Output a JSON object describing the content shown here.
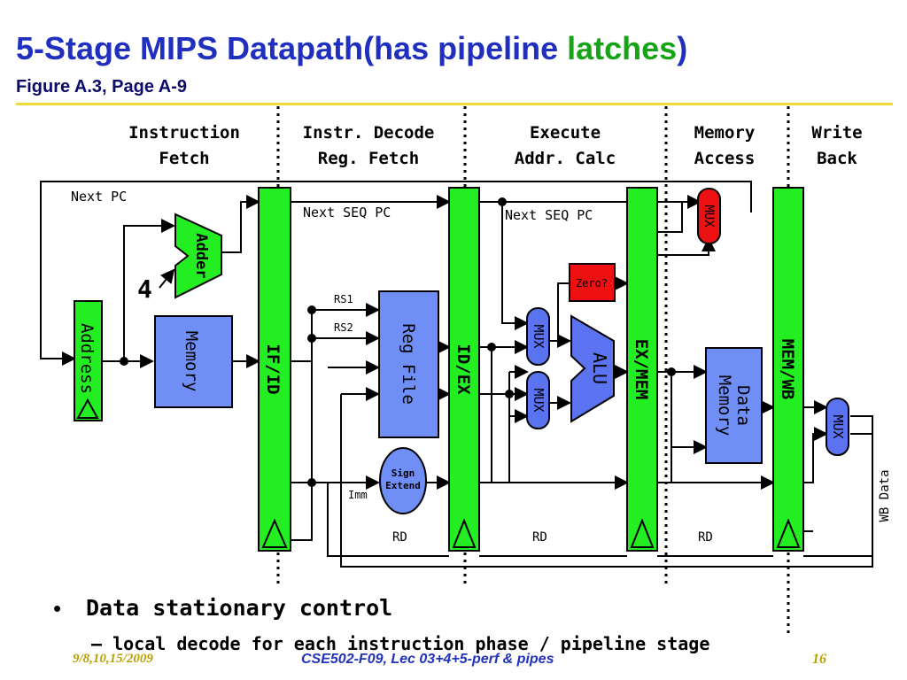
{
  "title": {
    "main": "5-Stage MIPS Datapath(has pipeline ",
    "accent": "latches",
    "close": ")"
  },
  "subtitle": "Figure A.3, Page A-9",
  "stages": {
    "fetch": [
      "Instruction",
      "Fetch"
    ],
    "decode": [
      "Instr. Decode",
      "Reg. Fetch"
    ],
    "execute": [
      "Execute",
      "Addr. Calc"
    ],
    "memory": [
      "Memory",
      "Access"
    ],
    "writeback": [
      "Write",
      "Back"
    ]
  },
  "latches": {
    "if_id": "IF/ID",
    "id_ex": "ID/EX",
    "ex_mem": "EX/MEM",
    "mem_wb": "MEM/WB"
  },
  "blocks": {
    "address": "Address",
    "memory": "Memory",
    "adder": "Adder",
    "four": "4",
    "reg_file": "Reg File",
    "sign_extend": [
      "Sign",
      "Extend"
    ],
    "alu": "ALU",
    "zero": "Zero?",
    "data_memory": [
      "Data",
      "Memory"
    ],
    "mux": "MUX"
  },
  "wires": {
    "next_pc": "Next PC",
    "next_seq_pc_1": "Next SEQ PC",
    "next_seq_pc_2": "Next SEQ PC",
    "rs1": "RS1",
    "rs2": "RS2",
    "imm": "Imm",
    "rd1": "RD",
    "rd2": "RD",
    "rd3": "RD",
    "wb_data": "WB Data"
  },
  "colors": {
    "latch": "#22ee22",
    "block": "#6f8ff7",
    "mux": "#5b73f0",
    "zero": "#ee1111",
    "mux_red": "#ee1111",
    "title": "#1f2fbf",
    "accent": "#16a416",
    "rule": "#f0d83a"
  },
  "bullets": {
    "main_dot": "•",
    "main": "Data stationary control",
    "sub": "– local decode for each instruction phase / pipeline stage"
  },
  "footer": {
    "date": "9/8,10,15/2009",
    "course": "CSE502-F09, Lec 03+4+5-perf & pipes",
    "page": "16"
  }
}
